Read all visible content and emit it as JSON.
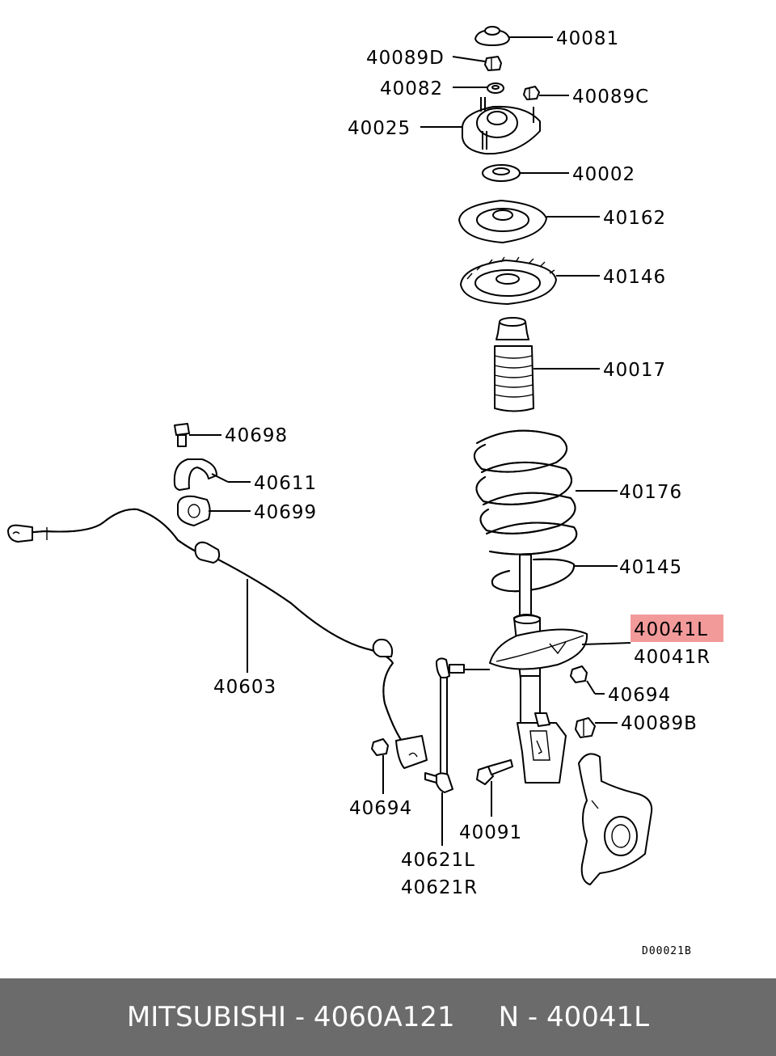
{
  "diagram": {
    "callouts": {
      "p40081": "40081",
      "p40089D": "40089D",
      "p40082": "40082",
      "p40089C": "40089C",
      "p40025": "40025",
      "p40002": "40002",
      "p40162": "40162",
      "p40146": "40146",
      "p40017": "40017",
      "p40698": "40698",
      "p40611": "40611",
      "p40699": "40699",
      "p40176": "40176",
      "p40145": "40145",
      "p40041L": "40041L",
      "p40041R": "40041R",
      "p40603": "40603",
      "p40694a": "40694",
      "p40089B": "40089B",
      "p40694b": "40694",
      "p40091": "40091",
      "p40621L": "40621L",
      "p40621R": "40621R"
    },
    "highlighted_part": "40041L",
    "highlight_color": "#f29a9a",
    "drawing_code": "D00021B"
  },
  "footer": {
    "text": "MITSUBISHI - 4060A121     N - 40041L",
    "background": "#6b6b6b"
  }
}
